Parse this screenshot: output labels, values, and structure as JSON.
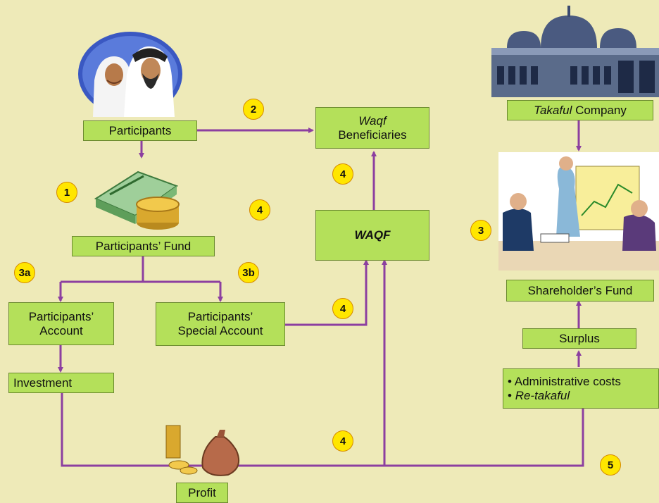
{
  "nodes": {
    "participants": "Participants",
    "waqf_beneficiaries_italic": "Waqf",
    "waqf_beneficiaries_rest": "Beneficiaries",
    "participants_fund": "Participants’ Fund",
    "waqf": "WAQF",
    "participants_account_line1": "Participants’",
    "participants_account_line2": "Account",
    "special_account_line1": "Participants’",
    "special_account_line2": "Special Account",
    "investment": "Investment",
    "takaful_company_italic": "Takaful",
    "takaful_company_rest": " Company",
    "shareholders_fund": "Shareholder’s Fund",
    "surplus": "Surplus",
    "costs_item1": "• Administrative costs",
    "costs_item2_bullet": "• ",
    "costs_item2_italic": "Re-takaful",
    "profit": "Profit"
  },
  "badges": {
    "b1": "1",
    "b2": "2",
    "b3": "3",
    "b3a": "3a",
    "b3b": "3b",
    "b4": "4",
    "b5": "5"
  },
  "colors": {
    "background": "#eeeab8",
    "box_fill": "#b4e05a",
    "connector": "#8c3fa0",
    "badge": "#ffe600"
  },
  "icons": [
    "participants-couple-illustration",
    "money-coins-illustration",
    "mosque-building-illustration",
    "meeting-presentation-illustration",
    "profit-money-bag-illustration"
  ]
}
